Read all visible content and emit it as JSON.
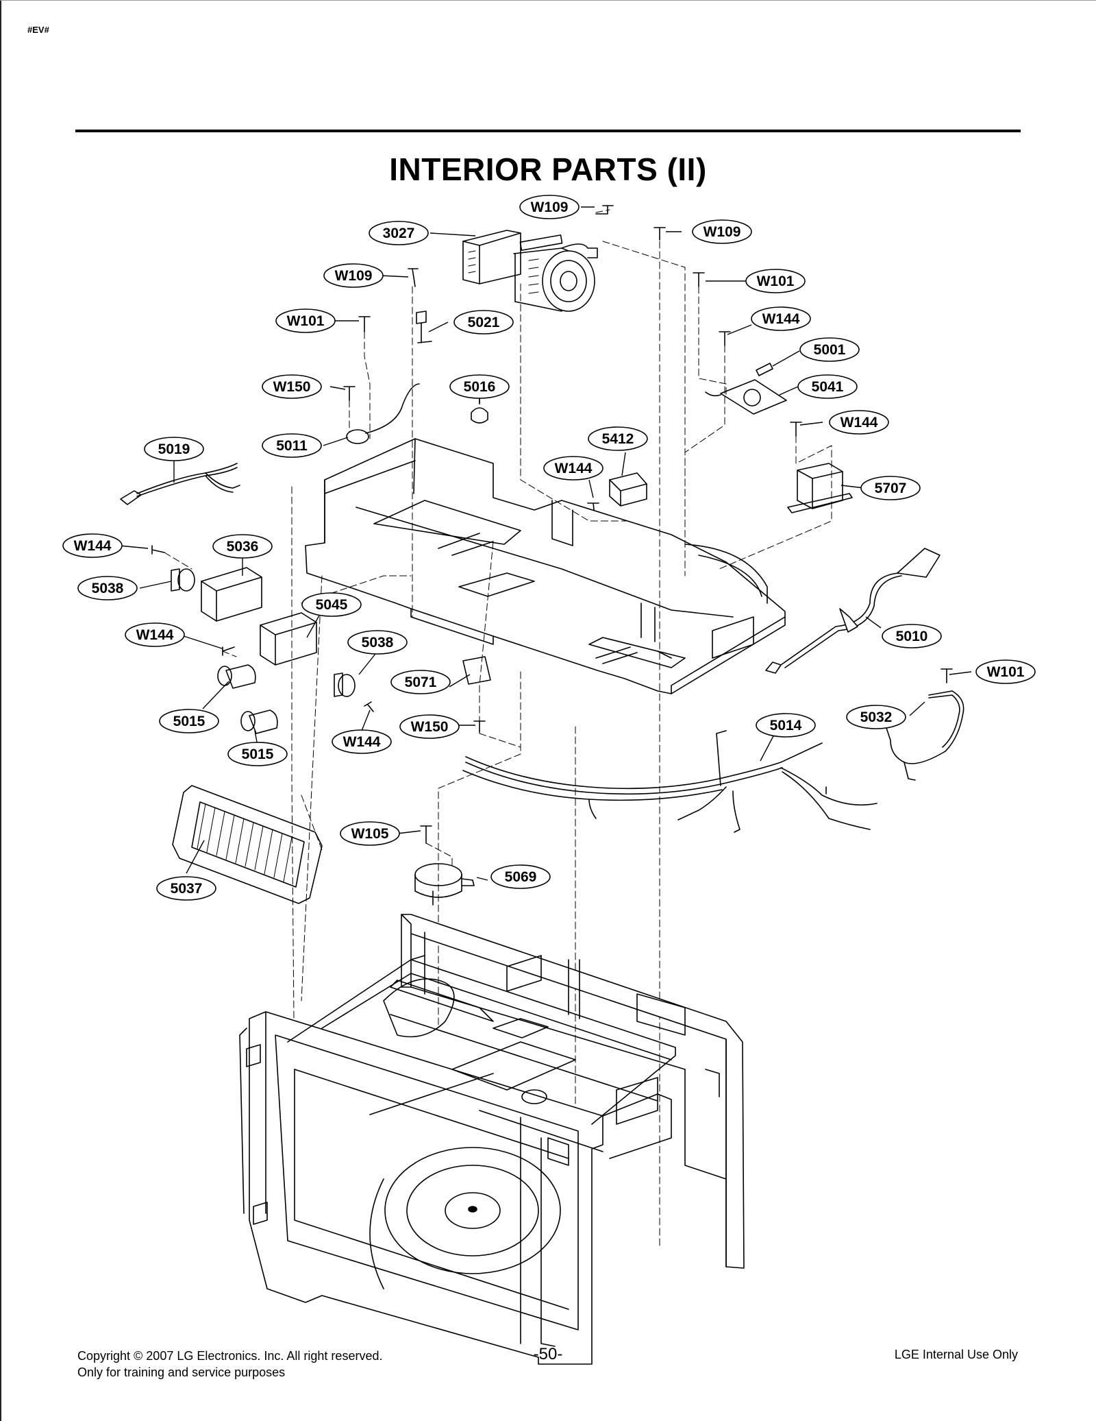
{
  "header": {
    "tag": "#EV#",
    "title": "INTERIOR PARTS (II)"
  },
  "callouts": [
    {
      "label": "W109"
    },
    {
      "label": "3027"
    },
    {
      "label": "W109"
    },
    {
      "label": "W109"
    },
    {
      "label": "W101"
    },
    {
      "label": "W101"
    },
    {
      "label": "5021"
    },
    {
      "label": "W144"
    },
    {
      "label": "5001"
    },
    {
      "label": "W150"
    },
    {
      "label": "5016"
    },
    {
      "label": "5041"
    },
    {
      "label": "W144"
    },
    {
      "label": "5019"
    },
    {
      "label": "5011"
    },
    {
      "label": "5412"
    },
    {
      "label": "W144"
    },
    {
      "label": "5707"
    },
    {
      "label": "W144"
    },
    {
      "label": "5036"
    },
    {
      "label": "5038"
    },
    {
      "label": "5045"
    },
    {
      "label": "W144"
    },
    {
      "label": "5038"
    },
    {
      "label": "5010"
    },
    {
      "label": "5071"
    },
    {
      "label": "W101"
    },
    {
      "label": "5015"
    },
    {
      "label": "W150"
    },
    {
      "label": "5014"
    },
    {
      "label": "5032"
    },
    {
      "label": "W144"
    },
    {
      "label": "5015"
    },
    {
      "label": "W105"
    },
    {
      "label": "5069"
    },
    {
      "label": "5037"
    }
  ],
  "footer": {
    "copyright": "Copyright © 2007 LG Electronics. Inc. All right reserved.",
    "purpose": "Only for training and service purposes",
    "page_number": "-50-",
    "internal": "LGE Internal Use Only"
  }
}
